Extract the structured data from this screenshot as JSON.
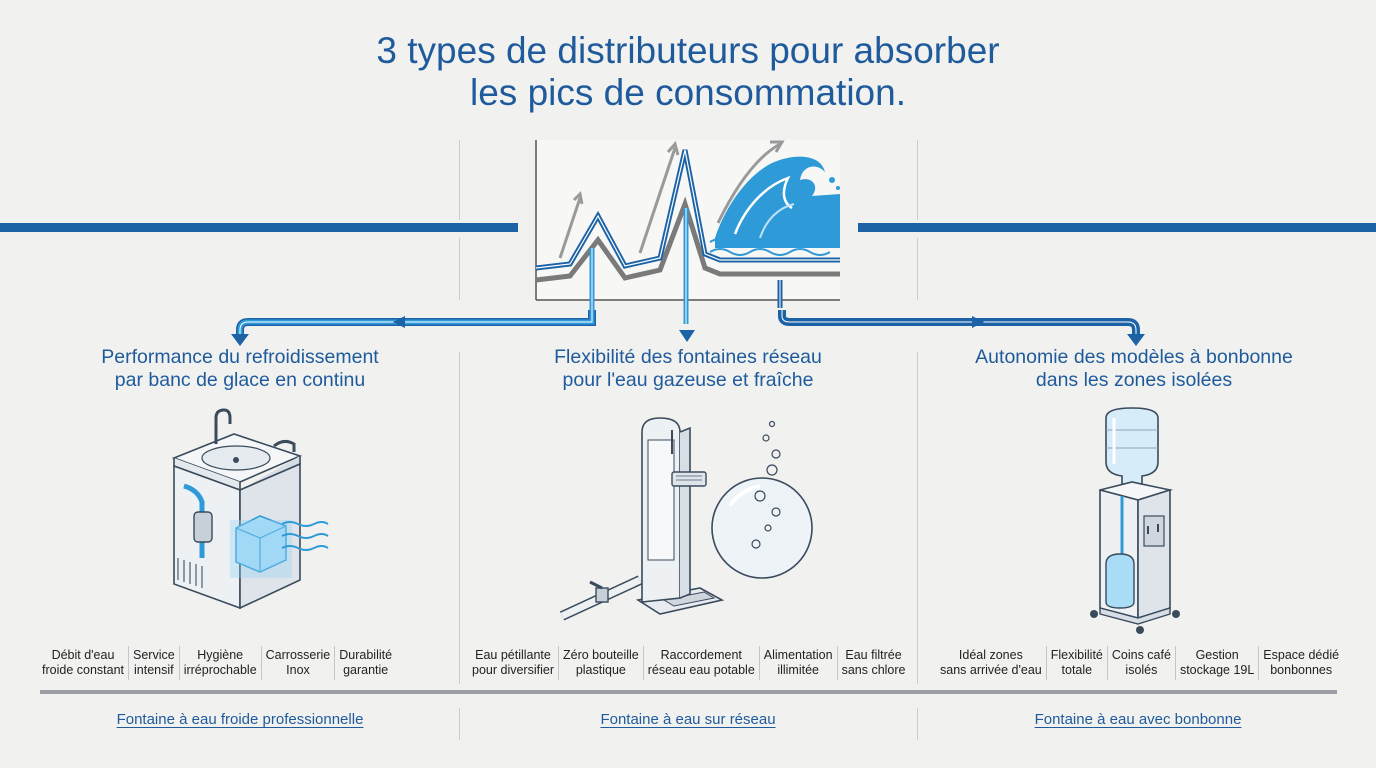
{
  "title": {
    "line1": "3 types de distributeurs pour absorber",
    "line2": "les pics de consommation."
  },
  "colors": {
    "primary_blue": "#1b62a6",
    "light_blue": "#2f9ad8",
    "text_blue": "#1f5b9c",
    "grey_line": "#9b9ea3",
    "background": "#f1f1ef"
  },
  "sections": [
    {
      "heading_line1": "Performance du refroidissement",
      "heading_line2": "par banc de glace en continu",
      "illustration": "ice-bank-fountain-icon",
      "features": [
        {
          "line1": "Débit d'eau",
          "line2": "froide constant"
        },
        {
          "line1": "Service",
          "line2": "intensif"
        },
        {
          "line1": "Hygiène",
          "line2": "irréprochable"
        },
        {
          "line1": "Carrosserie",
          "line2": "Inox"
        },
        {
          "line1": "Durabilité",
          "line2": "garantie"
        }
      ],
      "product_label": "Fontaine à eau froide professionnelle"
    },
    {
      "heading_line1": "Flexibilité des fontaines réseau",
      "heading_line2": "pour l'eau gazeuse et fraîche",
      "illustration": "network-fountain-icon",
      "features": [
        {
          "line1": "Eau pétillante",
          "line2": "pour diversifier"
        },
        {
          "line1": "Zéro bouteille",
          "line2": "plastique"
        },
        {
          "line1": "Raccordement",
          "line2": "réseau eau potable"
        },
        {
          "line1": "Alimentation",
          "line2": "illimitée"
        },
        {
          "line1": "Eau filtrée",
          "line2": "sans chlore"
        }
      ],
      "product_label": "Fontaine à eau sur réseau"
    },
    {
      "heading_line1": "Autonomie des modèles à bonbonne",
      "heading_line2": "dans les zones isolées",
      "illustration": "bottle-cooler-icon",
      "features": [
        {
          "line1": "Idéal zones",
          "line2": "sans arrivée d'eau"
        },
        {
          "line1": "Flexibilité",
          "line2": "totale"
        },
        {
          "line1": "Coins café",
          "line2": "isolés"
        },
        {
          "line1": "Gestion",
          "line2": "stockage 19L"
        },
        {
          "line1": "Espace dédié",
          "line2": "bonbonnes"
        }
      ],
      "product_label": "Fontaine à eau avec bonbonne"
    }
  ],
  "icons": {
    "peak_chart": "consumption-peaks-chart-icon",
    "wave": "wave-icon",
    "bubble": "sparkling-bubble-icon"
  }
}
